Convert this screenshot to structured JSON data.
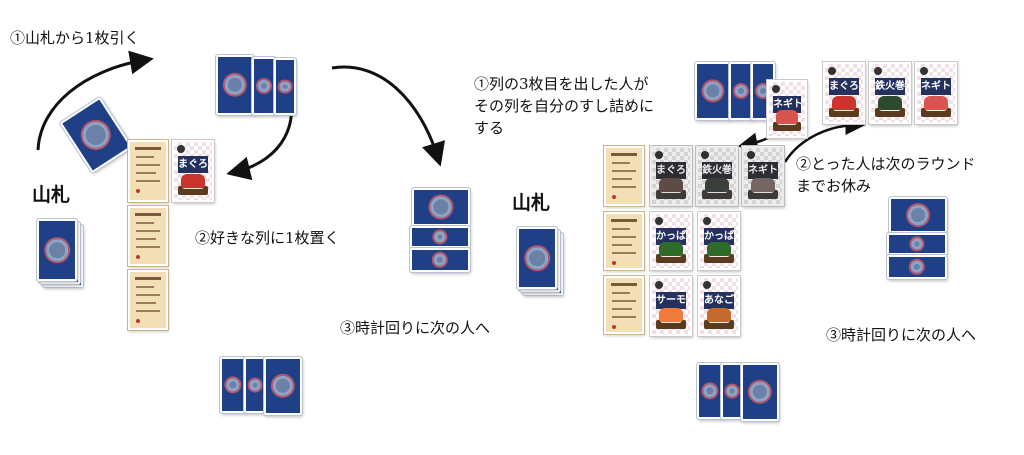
{
  "left": {
    "step1": "①山札から1枚引く",
    "deck_label": "山札",
    "step2": "②好きな列に1枚置く",
    "step3": "③時計回りに次の人へ"
  },
  "right": {
    "step1_line1": "①列の3枚目を出した人が",
    "step1_line2": "その列を自分のすし詰めに",
    "step1_line3": "する",
    "deck_label": "山札",
    "step2_line1": "②とった人は次のラウンド",
    "step2_line2": "までお休み",
    "step3": "③時計回りに次の人へ"
  },
  "cards": {
    "maguro": "まぐろ",
    "tekka": "鉄火巻",
    "negitoro": "ネギトロ",
    "kappa": "かっぱ巻",
    "salmon": "サーモン",
    "anago": "あなご"
  },
  "colors": {
    "card_back": "#1f3f86",
    "rule_card": "#f3dfb6",
    "label_band": "#24315e"
  }
}
